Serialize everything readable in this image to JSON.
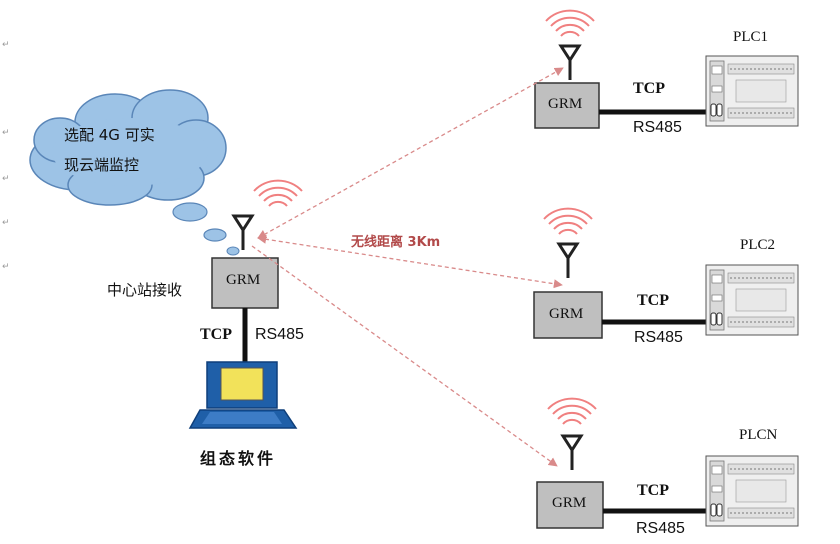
{
  "cloud": {
    "line1": "选配 4G 可实",
    "line2": "现云端监控"
  },
  "center": {
    "grm_label": "GRM",
    "receive_label": "中心站接收",
    "tcp_label": "TCP",
    "rs485_label": "RS485",
    "software_label": "组态软件"
  },
  "distance_label": "无线距离 3Km",
  "nodes": [
    {
      "grm_label": "GRM",
      "tcp_label": "TCP",
      "rs485_label": "RS485",
      "plc_label": "PLC1"
    },
    {
      "grm_label": "GRM",
      "tcp_label": "TCP",
      "rs485_label": "RS485",
      "plc_label": "PLC2"
    },
    {
      "grm_label": "GRM",
      "tcp_label": "TCP",
      "rs485_label": "RS485",
      "plc_label": "PLCN"
    }
  ],
  "paragraph_mark": "↵",
  "colors": {
    "cloud": "#9dc3e6",
    "cloud_stroke": "#5a86b8",
    "wifi": "#f08080",
    "link": "#d98a8a",
    "distance_text": "#b24a4a",
    "grm_box": "#bfbfbf",
    "laptop": "#1f5fa8",
    "screen": "#f2e25a"
  }
}
